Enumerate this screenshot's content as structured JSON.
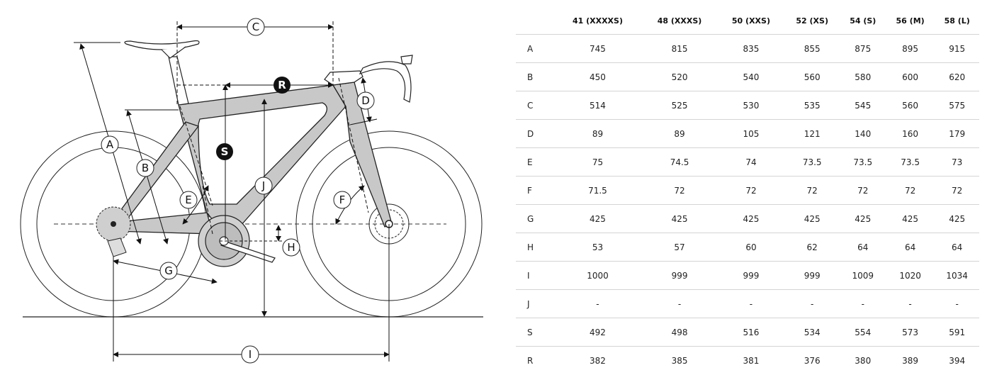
{
  "diagram": {
    "labels": {
      "A": "A",
      "B": "B",
      "C": "C",
      "D": "D",
      "E": "E",
      "F": "F",
      "G": "G",
      "H": "H",
      "I": "I",
      "J": "J",
      "S": "S",
      "R": "R"
    }
  },
  "table": {
    "sizes": [
      "41 (XXXXS)",
      "48 (XXXS)",
      "50 (XXS)",
      "52 (XS)",
      "54 (S)",
      "56 (M)",
      "58 (L)"
    ],
    "rows": [
      {
        "label": "A",
        "values": [
          "745",
          "815",
          "835",
          "855",
          "875",
          "895",
          "915"
        ]
      },
      {
        "label": "B",
        "values": [
          "450",
          "520",
          "540",
          "560",
          "580",
          "600",
          "620"
        ]
      },
      {
        "label": "C",
        "values": [
          "514",
          "525",
          "530",
          "535",
          "545",
          "560",
          "575"
        ]
      },
      {
        "label": "D",
        "values": [
          "89",
          "89",
          "105",
          "121",
          "140",
          "160",
          "179"
        ]
      },
      {
        "label": "E",
        "values": [
          "75",
          "74.5",
          "74",
          "73.5",
          "73.5",
          "73.5",
          "73"
        ]
      },
      {
        "label": "F",
        "values": [
          "71.5",
          "72",
          "72",
          "72",
          "72",
          "72",
          "72"
        ]
      },
      {
        "label": "G",
        "values": [
          "425",
          "425",
          "425",
          "425",
          "425",
          "425",
          "425"
        ]
      },
      {
        "label": "H",
        "values": [
          "53",
          "57",
          "60",
          "62",
          "64",
          "64",
          "64"
        ]
      },
      {
        "label": "I",
        "values": [
          "1000",
          "999",
          "999",
          "999",
          "1009",
          "1020",
          "1034"
        ]
      },
      {
        "label": "J",
        "values": [
          "-",
          "-",
          "-",
          "-",
          "-",
          "-",
          "-"
        ]
      },
      {
        "label": "S",
        "values": [
          "492",
          "498",
          "516",
          "534",
          "554",
          "573",
          "591"
        ]
      },
      {
        "label": "R",
        "values": [
          "382",
          "385",
          "381",
          "376",
          "380",
          "389",
          "394"
        ]
      }
    ]
  }
}
